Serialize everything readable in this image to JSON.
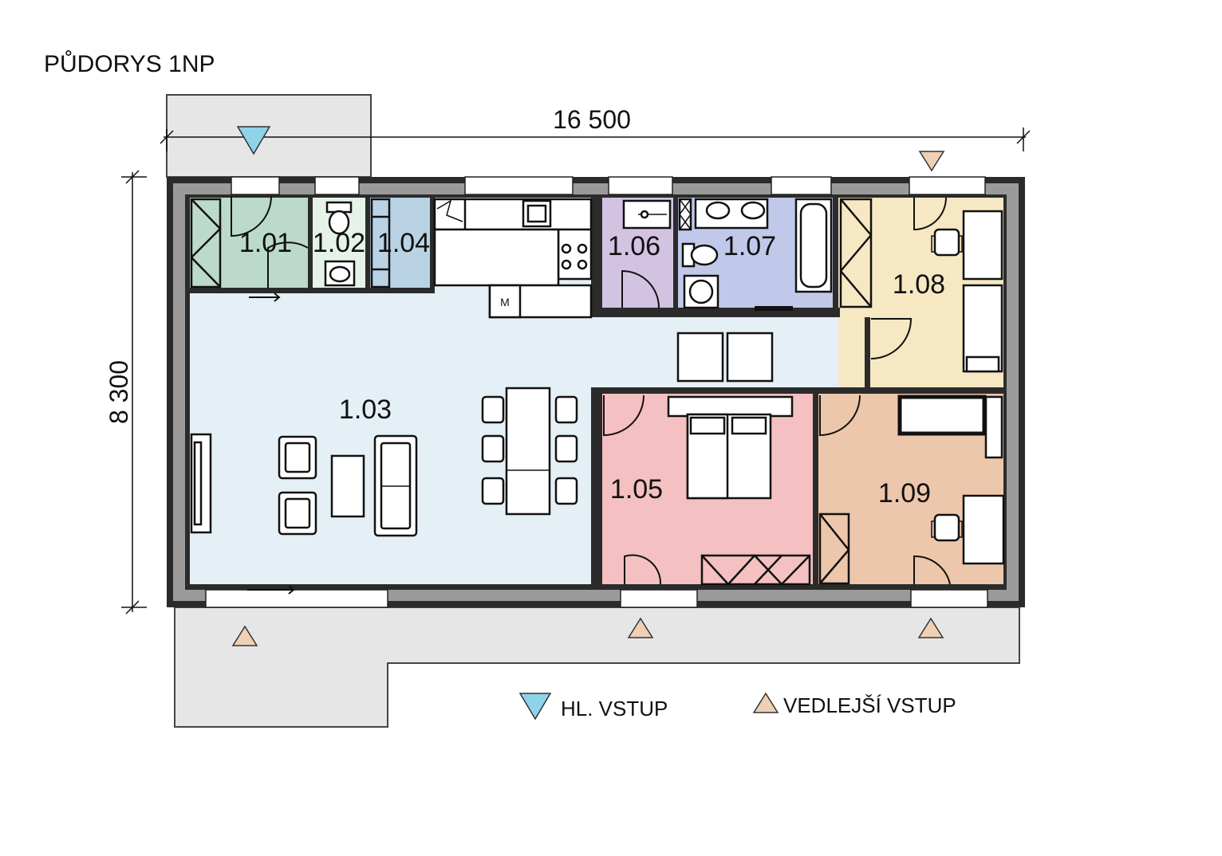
{
  "title": "PŮDORYS 1NP",
  "dimensions": {
    "width_label": "16 500",
    "height_label": "8 300"
  },
  "rooms": [
    {
      "id": "1.01",
      "color": "#bcdacb"
    },
    {
      "id": "1.02",
      "color": "#e4f2e8"
    },
    {
      "id": "1.03",
      "color": "#e4eff6"
    },
    {
      "id": "1.04",
      "color": "#b9d3e5"
    },
    {
      "id": "1.05",
      "color": "#f4c0c1"
    },
    {
      "id": "1.06",
      "color": "#d3c3e2"
    },
    {
      "id": "1.07",
      "color": "#c0c9e9"
    },
    {
      "id": "1.08",
      "color": "#f6e8c2"
    },
    {
      "id": "1.09",
      "color": "#edc7ab"
    }
  ],
  "kitchen_appliance_label": "M",
  "legend": {
    "main_entrance": {
      "label": "HL. VSTUP",
      "color": "#8fd3e8"
    },
    "side_entrance": {
      "label": "VEDLEJŠÍ VSTUP",
      "color": "#f0d0b4"
    }
  },
  "colors": {
    "wall": "#2b2b2b",
    "terrace": "#e6e6e6",
    "wall_insulation": "#9a9a9a"
  }
}
